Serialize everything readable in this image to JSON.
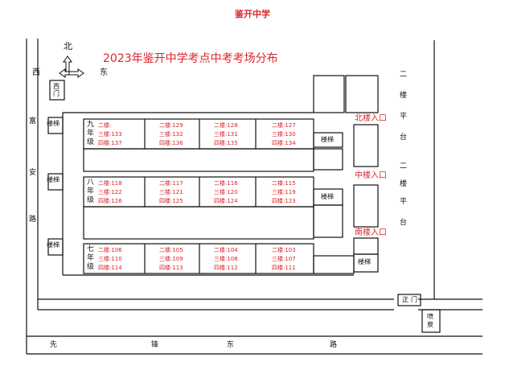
{
  "header": {
    "school": "鉴开中学"
  },
  "map_title": "2023年鉴开中学考点中考考场分布",
  "compass": {
    "north": "北",
    "west": "西",
    "east": "东"
  },
  "west_gate": "西门",
  "roads": {
    "west": [
      "富",
      "安",
      "路"
    ],
    "south": [
      "先",
      "锋",
      "东",
      "路"
    ]
  },
  "stairs_label": "楼梯",
  "grades": [
    {
      "label": "九年级",
      "rooms": [
        [
          "二楼:",
          "三楼:133",
          "四楼:137"
        ],
        [
          "二楼:129",
          "三楼:132",
          "四楼:136"
        ],
        [
          "二楼:128",
          "三楼:131",
          "四楼:135"
        ],
        [
          "二楼:127",
          "三楼:130",
          "四楼:134"
        ]
      ]
    },
    {
      "label": "八年级",
      "rooms": [
        [
          "二楼:118",
          "三楼:122",
          "四楼:126"
        ],
        [
          "二楼:117",
          "三楼:121",
          "四楼:125"
        ],
        [
          "二楼:116",
          "三楼:120",
          "四楼:124"
        ],
        [
          "二楼:115",
          "三楼:119",
          "四楼:123"
        ]
      ]
    },
    {
      "label": "七年级",
      "rooms": [
        [
          "二楼:106",
          "三楼:110",
          "四楼:114"
        ],
        [
          "二楼:105",
          "三楼:109",
          "四楼:113"
        ],
        [
          "二楼:104",
          "三楼:108",
          "四楼:112"
        ],
        [
          "二楼:103",
          "三楼:107",
          "四楼:111"
        ]
      ]
    }
  ],
  "entrances": {
    "north": "北楼入口",
    "middle": "中楼入口",
    "south": "南楼入口"
  },
  "platform_label": [
    "二",
    "楼",
    "平",
    "台"
  ],
  "main_gate": "正门",
  "fountain": "喷泉",
  "colors": {
    "accent": "#d8262b",
    "line": "#111111"
  }
}
